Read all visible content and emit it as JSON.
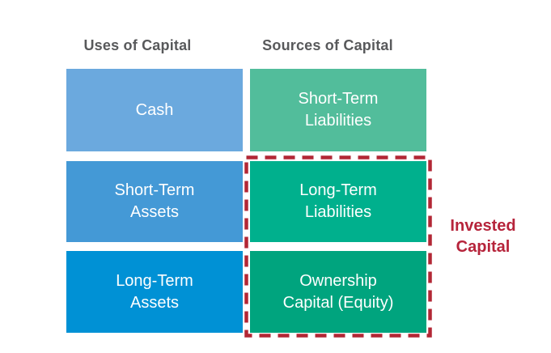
{
  "diagram": {
    "headers": {
      "uses": "Uses of Capital",
      "sources": "Sources of Capital"
    },
    "uses_column": {
      "boxes": [
        {
          "name": "cash",
          "lines": [
            "Cash",
            ""
          ],
          "color": "#6BA9DE"
        },
        {
          "name": "short-term-assets",
          "lines": [
            "Short-Term",
            "Assets"
          ],
          "color": "#4499D6"
        },
        {
          "name": "long-term-assets",
          "lines": [
            "Long-Term",
            "Assets"
          ],
          "color": "#0091D5"
        }
      ]
    },
    "sources_column": {
      "boxes": [
        {
          "name": "short-term-liabilities",
          "lines": [
            "Short-Term",
            "Liabilities"
          ],
          "color": "#52BD9B"
        },
        {
          "name": "long-term-liabilities",
          "lines": [
            "Long-Term",
            "Liabilities"
          ],
          "color": "#00B08D"
        },
        {
          "name": "ownership-capital",
          "lines": [
            "Ownership",
            "Capital (Equity)"
          ],
          "color": "#00A47E"
        }
      ]
    },
    "invested_capital": {
      "lines": [
        "Invested",
        "Capital"
      ],
      "text_color": "#B6243B",
      "border_color": "#B22735"
    },
    "colors": {
      "header_text": "#58595B",
      "box_text": "#FFFFFF",
      "background": "#FFFFFF"
    }
  }
}
